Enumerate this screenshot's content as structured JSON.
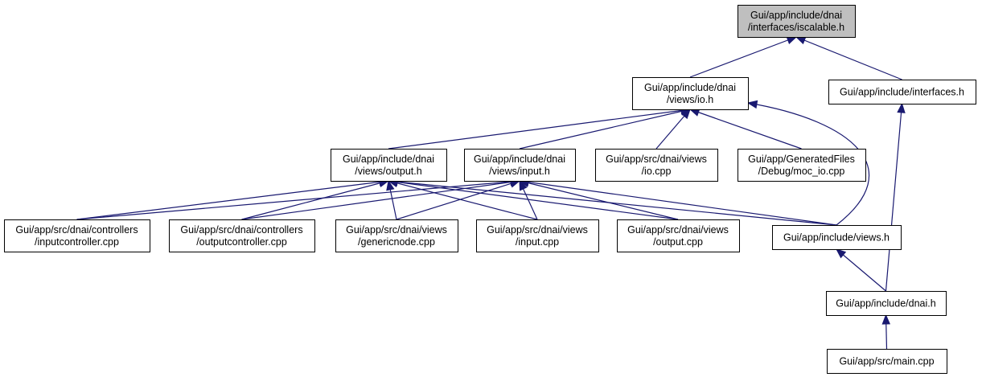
{
  "diagram": {
    "colors": {
      "edge": "#191970",
      "root_fill": "#bfbfbf",
      "node_fill": "#ffffff",
      "border": "#000000"
    },
    "nodes": [
      {
        "id": "iscalable",
        "lines": [
          "Gui/app/include/dnai",
          "/interfaces/iscalable.h"
        ],
        "highlighted": true
      },
      {
        "id": "io_h",
        "lines": [
          "Gui/app/include/dnai",
          "/views/io.h"
        ]
      },
      {
        "id": "interfaces_h",
        "lines": [
          "Gui/app/include/interfaces.h"
        ]
      },
      {
        "id": "output_h",
        "lines": [
          "Gui/app/include/dnai",
          "/views/output.h"
        ]
      },
      {
        "id": "input_h",
        "lines": [
          "Gui/app/include/dnai",
          "/views/input.h"
        ]
      },
      {
        "id": "io_cpp",
        "lines": [
          "Gui/app/src/dnai/views",
          "/io.cpp"
        ]
      },
      {
        "id": "moc_io",
        "lines": [
          "Gui/app/GeneratedFiles",
          "/Debug/moc_io.cpp"
        ]
      },
      {
        "id": "inputcontroller",
        "lines": [
          "Gui/app/src/dnai/controllers",
          "/inputcontroller.cpp"
        ]
      },
      {
        "id": "outputcontroller",
        "lines": [
          "Gui/app/src/dnai/controllers",
          "/outputcontroller.cpp"
        ]
      },
      {
        "id": "genericnode",
        "lines": [
          "Gui/app/src/dnai/views",
          "/genericnode.cpp"
        ]
      },
      {
        "id": "input_cpp",
        "lines": [
          "Gui/app/src/dnai/views",
          "/input.cpp"
        ]
      },
      {
        "id": "output_cpp",
        "lines": [
          "Gui/app/src/dnai/views",
          "/output.cpp"
        ]
      },
      {
        "id": "views_h",
        "lines": [
          "Gui/app/include/views.h"
        ]
      },
      {
        "id": "dnai_h",
        "lines": [
          "Gui/app/include/dnai.h"
        ]
      },
      {
        "id": "main_cpp",
        "lines": [
          "Gui/app/src/main.cpp"
        ]
      }
    ],
    "edges": [
      {
        "from": "io_h",
        "to": "iscalable"
      },
      {
        "from": "interfaces_h",
        "to": "iscalable"
      },
      {
        "from": "output_h",
        "to": "io_h"
      },
      {
        "from": "input_h",
        "to": "io_h"
      },
      {
        "from": "io_cpp",
        "to": "io_h"
      },
      {
        "from": "moc_io",
        "to": "io_h"
      },
      {
        "from": "views_h",
        "to": "io_h"
      },
      {
        "from": "dnai_h",
        "to": "interfaces_h"
      },
      {
        "from": "inputcontroller",
        "to": "output_h"
      },
      {
        "from": "outputcontroller",
        "to": "output_h"
      },
      {
        "from": "genericnode",
        "to": "output_h"
      },
      {
        "from": "input_cpp",
        "to": "output_h"
      },
      {
        "from": "views_h",
        "to": "output_h"
      },
      {
        "from": "inputcontroller",
        "to": "input_h"
      },
      {
        "from": "outputcontroller",
        "to": "input_h"
      },
      {
        "from": "genericnode",
        "to": "input_h"
      },
      {
        "from": "input_cpp",
        "to": "input_h"
      },
      {
        "from": "output_cpp",
        "to": "input_h"
      },
      {
        "from": "views_h",
        "to": "input_h"
      },
      {
        "from": "output_cpp",
        "to": "output_h"
      },
      {
        "from": "dnai_h",
        "to": "views_h"
      },
      {
        "from": "main_cpp",
        "to": "dnai_h"
      }
    ]
  }
}
